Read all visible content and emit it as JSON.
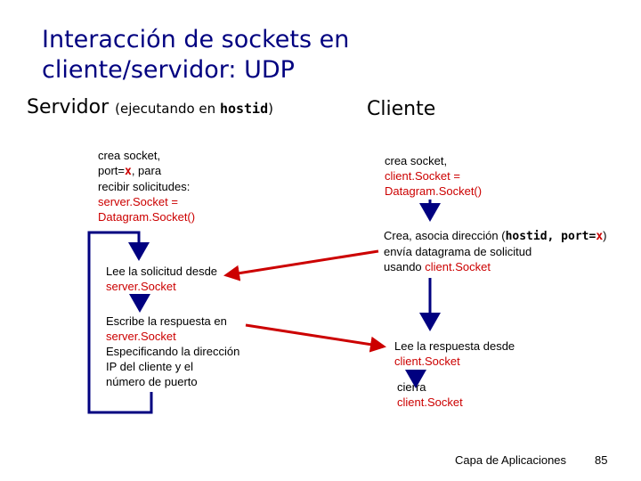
{
  "title": {
    "line1": "Interacción de sockets en",
    "line2": "cliente/servidor: UDP"
  },
  "server_header": {
    "label": "Servidor",
    "sub_prefix": "(ejecutando en ",
    "sub_host": "hostid",
    "sub_suffix": ")"
  },
  "client_header": {
    "label": "Cliente"
  },
  "server_steps": {
    "create": {
      "l1": "crea socket,",
      "l2a": "port=",
      "l2x": "x",
      "l2b": ", para",
      "l3": "recibir solicitudes:",
      "l4": "server.Socket =",
      "l5": "Datagram.Socket()"
    },
    "read": {
      "l1": "Lee la solicitud desde",
      "l2": "server.Socket"
    },
    "write": {
      "l1": "Escribe la respuesta en",
      "l2": "server.Socket",
      "l3": "Especificando la dirección",
      "l4": "IP del cliente y el",
      "l5": "número de puerto"
    }
  },
  "client_steps": {
    "create": {
      "l1": "crea socket,",
      "l2": "client.Socket =",
      "l3": "Datagram.Socket()"
    },
    "send": {
      "l1a": "Crea, asocia dirección (",
      "l1host": "hostid",
      "l1mid": ", port=",
      "l1x": "x",
      "l1end": ")",
      "l2": "envía datagrama de solicitud",
      "l3a": "usando ",
      "l3b": "client.Socket"
    },
    "read": {
      "l1": "Lee la respuesta desde",
      "l2": "client.Socket"
    },
    "close": {
      "l1": "cierra",
      "l2": "client.Socket"
    }
  },
  "footer": {
    "text": "Capa de Aplicaciones",
    "page": "85"
  },
  "colors": {
    "title": "#000080",
    "arrow_flow": "#000080",
    "arrow_message": "#cc0000",
    "code": "#cc0000"
  }
}
